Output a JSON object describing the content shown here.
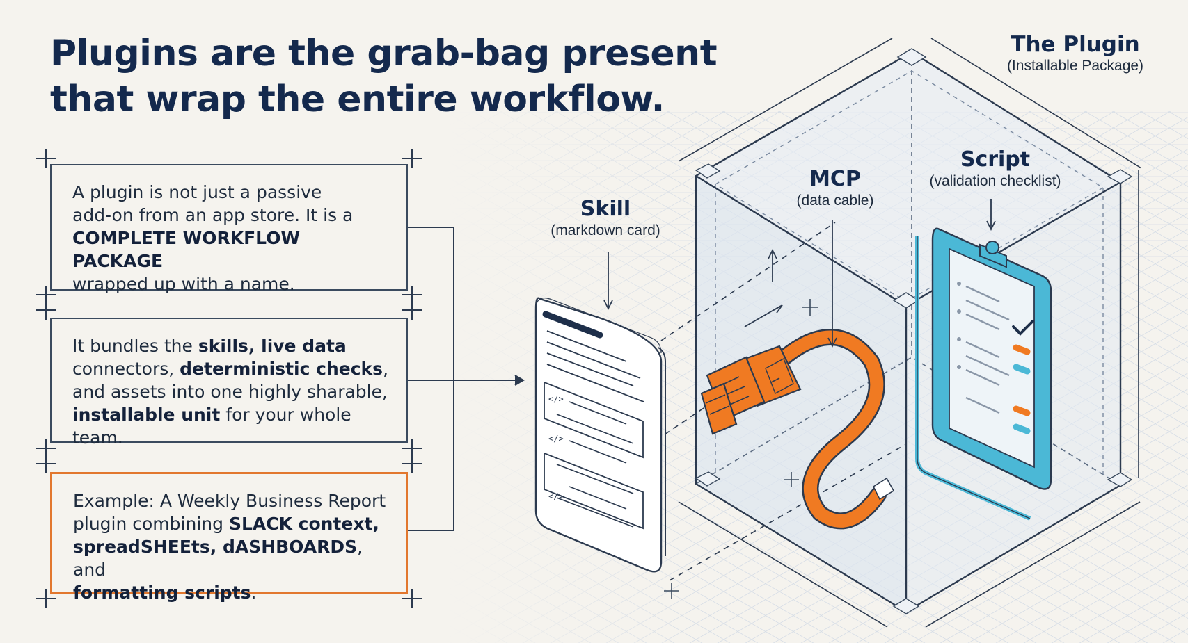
{
  "headline": {
    "line1": "Plugins are the grab-bag present",
    "line2": "that wrap the entire workflow."
  },
  "boxes": [
    {
      "id": "definition",
      "segments": [
        {
          "text": "A plugin is not just a passive",
          "bold": false,
          "br": true
        },
        {
          "text": "add-on from an app store. It is a",
          "bold": false,
          "br": true
        },
        {
          "text": "COMPLETE WORKFLOW PACKAGE",
          "bold": true,
          "br": true
        },
        {
          "text": "wrapped up with a name.",
          "bold": false,
          "br": false
        }
      ]
    },
    {
      "id": "bundles",
      "segments": [
        {
          "text": "It bundles the ",
          "bold": false,
          "br": false
        },
        {
          "text": "skills, live data",
          "bold": true,
          "br": true
        },
        {
          "text": "connectors, ",
          "bold": false,
          "br": false
        },
        {
          "text": "deterministic checks",
          "bold": true,
          "br": false
        },
        {
          "text": ",",
          "bold": false,
          "br": true
        },
        {
          "text": "and assets into one highly sharable,",
          "bold": false,
          "br": true
        },
        {
          "text": "installable unit",
          "bold": true,
          "br": false
        },
        {
          "text": " for your whole team.",
          "bold": false,
          "br": false
        }
      ]
    },
    {
      "id": "example",
      "segments": [
        {
          "text": "Example: A Weekly Business Report",
          "bold": false,
          "br": true
        },
        {
          "text": "plugin combining ",
          "bold": false,
          "br": false
        },
        {
          "text": "SLACK context,",
          "bold": true,
          "br": true
        },
        {
          "text": "spreadSHEEts, dASHBOARDS",
          "bold": true,
          "br": false
        },
        {
          "text": ", and",
          "bold": false,
          "br": true
        },
        {
          "text": "formatting scripts",
          "bold": true,
          "br": false
        },
        {
          "text": ".",
          "bold": false,
          "br": false
        }
      ]
    }
  ],
  "labels": {
    "plugin": {
      "title": "The Plugin",
      "subtitle": "(Installable Package)"
    },
    "script": {
      "title": "Script",
      "subtitle": "(validation checklist)"
    },
    "mcp": {
      "title": "MCP",
      "subtitle": "(data cable)"
    },
    "skill": {
      "title": "Skill",
      "subtitle": "(markdown card)"
    }
  },
  "card_code_tag": "</>",
  "colors": {
    "background": "#f5f3ee",
    "ink": "#14294d",
    "accent_orange": "#f07a22",
    "accent_cyan": "#4bb8d6",
    "box_border": "#3a4a5e",
    "example_border": "#e2772e"
  },
  "icons": [
    "crosshair-mark-icon",
    "markdown-card-icon",
    "cable-plug-icon",
    "checkmark-icon",
    "clipboard-icon"
  ]
}
